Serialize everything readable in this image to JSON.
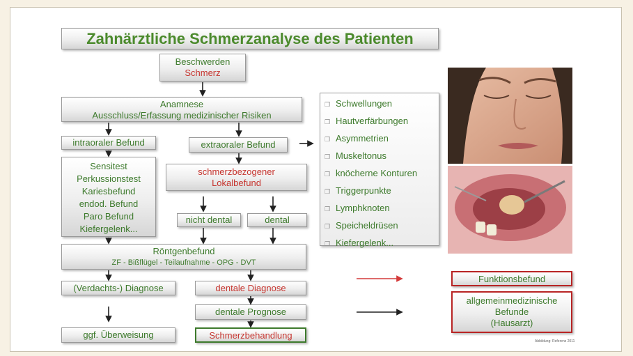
{
  "diagram": {
    "title": "Zahnärztliche Schmerzanalyse des Patienten",
    "complaints": {
      "line1": "Beschwerden",
      "line2": "Schmerz"
    },
    "history": {
      "line1": "Anamnese",
      "line2": "Ausschluss/Erfassung medizinischer Risiken"
    },
    "intraoral": "intraoraler Befund",
    "extraoral": "extraoraler Befund",
    "intraoral_items": [
      "Sensitest",
      "Perkussionstest",
      "Kariesbefund",
      "endod. Befund",
      "Paro Befund",
      "Kiefergelenk..."
    ],
    "pain_local": {
      "line1": "schmerzbezogener",
      "line2": "Lokalbefund"
    },
    "non_dental": "nicht dental",
    "dental": "dental",
    "xray": {
      "line1": "Röntgenbefund",
      "line2": "ZF - Bißflügel - Teilaufnahme - OPG - DVT"
    },
    "suspected_diagnosis": "(Verdachts-) Diagnose",
    "dental_diagnosis": "dentale Diagnose",
    "referral": "ggf. Überweisung",
    "dental_prognosis": "dentale Prognose",
    "pain_treatment": "Schmerzbehandlung",
    "extraoral_findings": [
      "Schwellungen",
      "Hautverfärbungen",
      "Asymmetrien",
      "Muskeltonus",
      "knöcherne Konturen",
      "Triggerpunkte",
      "Lymphknoten",
      "Speicheldrüsen",
      "Kiefergelenk..."
    ],
    "function_findings": "Funktionsbefund",
    "general_findings": {
      "line1": "allgemeinmedizinische",
      "line2": "Befunde",
      "line3": "(Hausarzt)"
    },
    "bullet_icon": "checkbox-bullet-icon",
    "colors": {
      "green_text": "#3d7a2c",
      "red_text": "#c6352f",
      "red_border": "#b82424",
      "red_arrow": "#d43a3a"
    },
    "credit": "Abbildung: Referenz 2011"
  },
  "photos": {
    "top": "patient-face-photo",
    "bottom": "intraoral-clinical-photo"
  }
}
